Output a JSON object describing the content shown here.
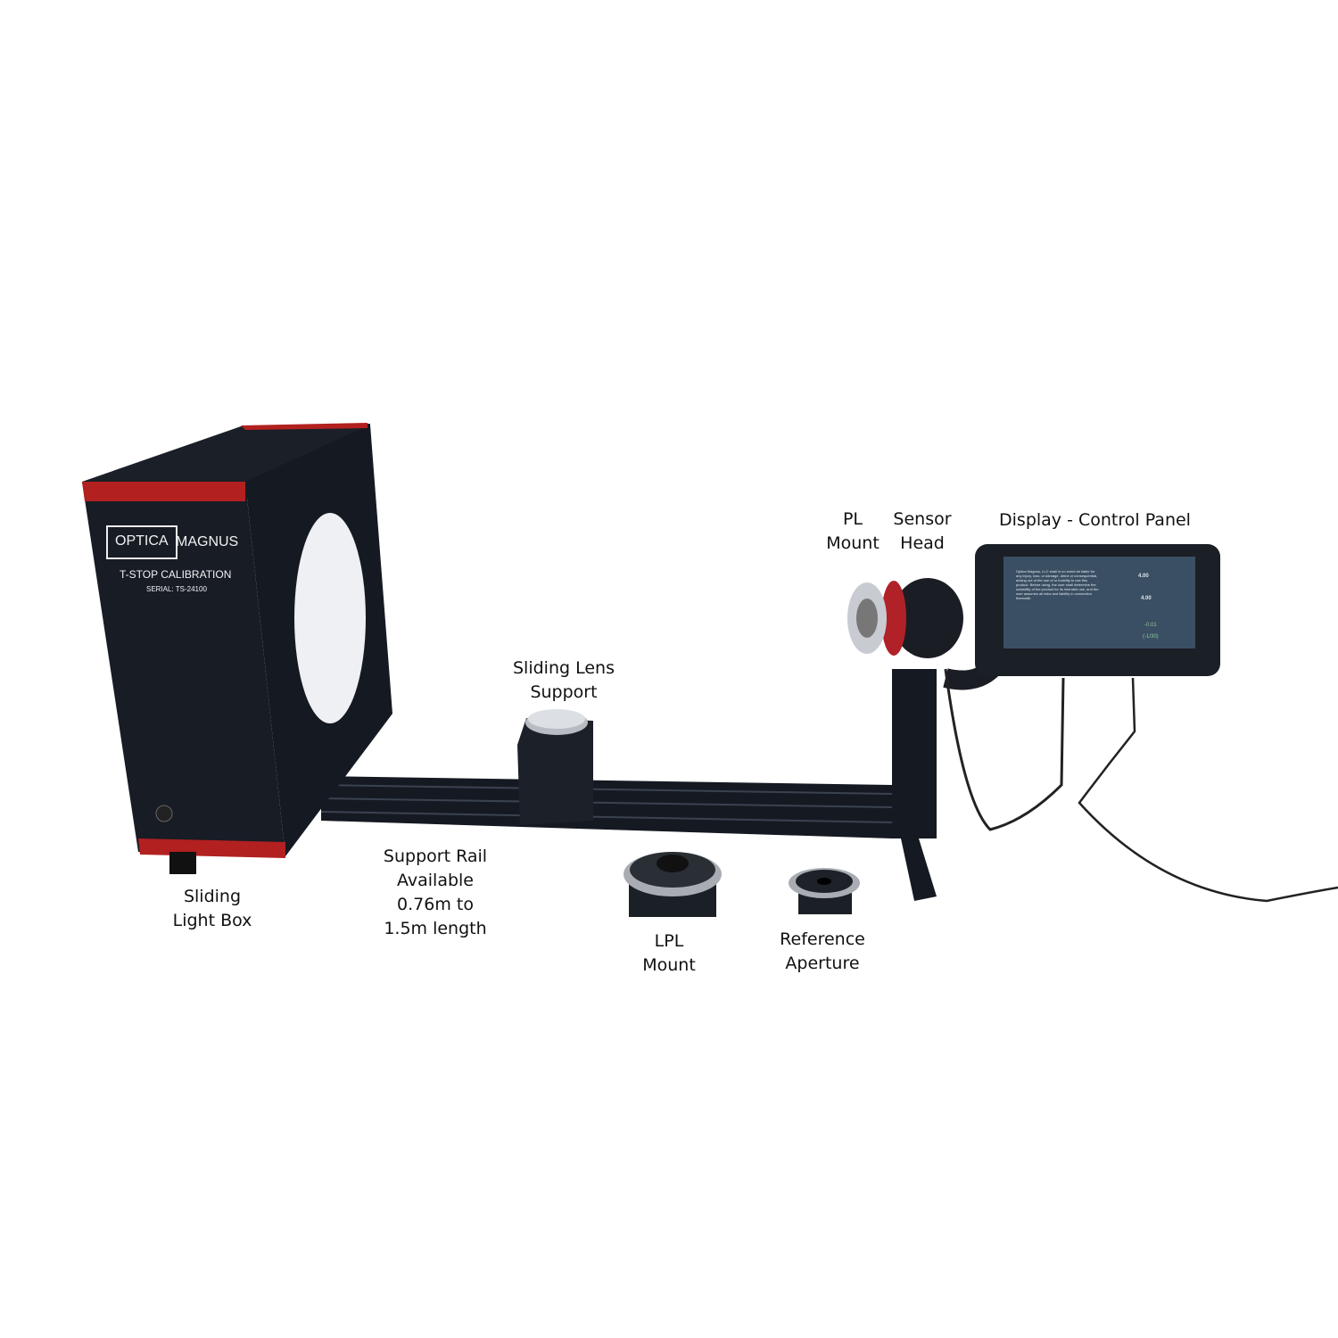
{
  "labels": {
    "light_box": "Sliding\nLight Box",
    "rail": "Support Rail\nAvailable\n0.76m to\n1.5m length",
    "lens_support": "Sliding Lens\nSupport",
    "lpl": "LPL\nMount",
    "ref": "Reference\nAperture",
    "pl": "PL\nMount",
    "sensor": "Sensor\nHead",
    "display": "Display - Control Panel"
  },
  "box": {
    "brand_left": "OPTICA",
    "brand_right": "MAGNUS",
    "subtitle": "T-STOP CALIBRATION",
    "serial": "SERIAL:  TS-24100"
  },
  "screen": {
    "disclaimer": "Optica Magnus, LLC shall in no event be liable for any injury, loss, or damage, direct or consequential, arising out of the use of or inability to use this product. Before using, the user shall determine the suitability of the product for its intended use, and the user assumes all risks and liability in connection therewith.",
    "value1": "4.00",
    "value2": "4.00",
    "decimal": "-0.01",
    "fraction": "(-1/30)"
  }
}
